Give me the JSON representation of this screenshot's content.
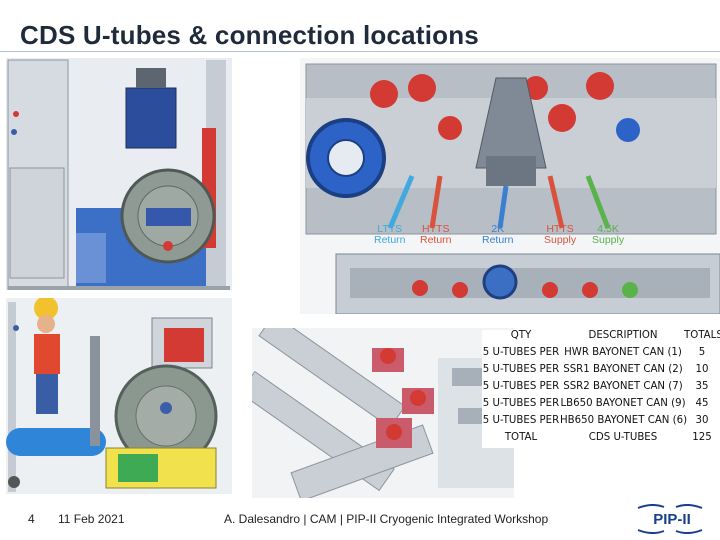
{
  "slide": {
    "title": "CDS U-tubes & connection locations",
    "page_number": "4",
    "date": "11 Feb 2021",
    "footer_text": "A. Dalesandro | CAM | PIP-II Cryogenic Integrated Workshop",
    "logo_text": "PIP-II"
  },
  "images": {
    "top_right_labels": [
      {
        "line1": "LTTS",
        "line2": "Return",
        "color": "#3fa9e0"
      },
      {
        "line1": "HTTS",
        "line2": "Return",
        "color": "#d9533c"
      },
      {
        "line1": "2K",
        "line2": "Return",
        "color": "#3b7fd1"
      },
      {
        "line1": "HTTS",
        "line2": "Supply",
        "color": "#d9533c"
      },
      {
        "line1": "4.5K",
        "line2": "Supply",
        "color": "#59b24a"
      }
    ]
  },
  "table": {
    "headers": {
      "qty": "QTY",
      "description": "DESCRIPTION",
      "totals": "TOTALS"
    },
    "rows": [
      {
        "qty": "5 U-TUBES PER",
        "description": "HWR BAYONET CAN (1)",
        "total": "5"
      },
      {
        "qty": "5 U-TUBES PER",
        "description": "SSR1 BAYONET CAN (2)",
        "total": "10"
      },
      {
        "qty": "5 U-TUBES PER",
        "description": "SSR2 BAYONET CAN (7)",
        "total": "35"
      },
      {
        "qty": "5 U-TUBES PER",
        "description": "LB650 BAYONET CAN (9)",
        "total": "45"
      },
      {
        "qty": "5 U-TUBES PER",
        "description": "HB650 BAYONET CAN (6)",
        "total": "30"
      }
    ],
    "total_row": {
      "qty": "TOTAL",
      "description": "CDS U-TUBES",
      "total": "125"
    }
  },
  "colors": {
    "title": "#1f2a3a",
    "cryostat_gray": "#9aa3ab",
    "valve_red": "#d23a33",
    "cryostat_blue": "#2e5fb8",
    "pip_blue": "#1a3f8f"
  }
}
